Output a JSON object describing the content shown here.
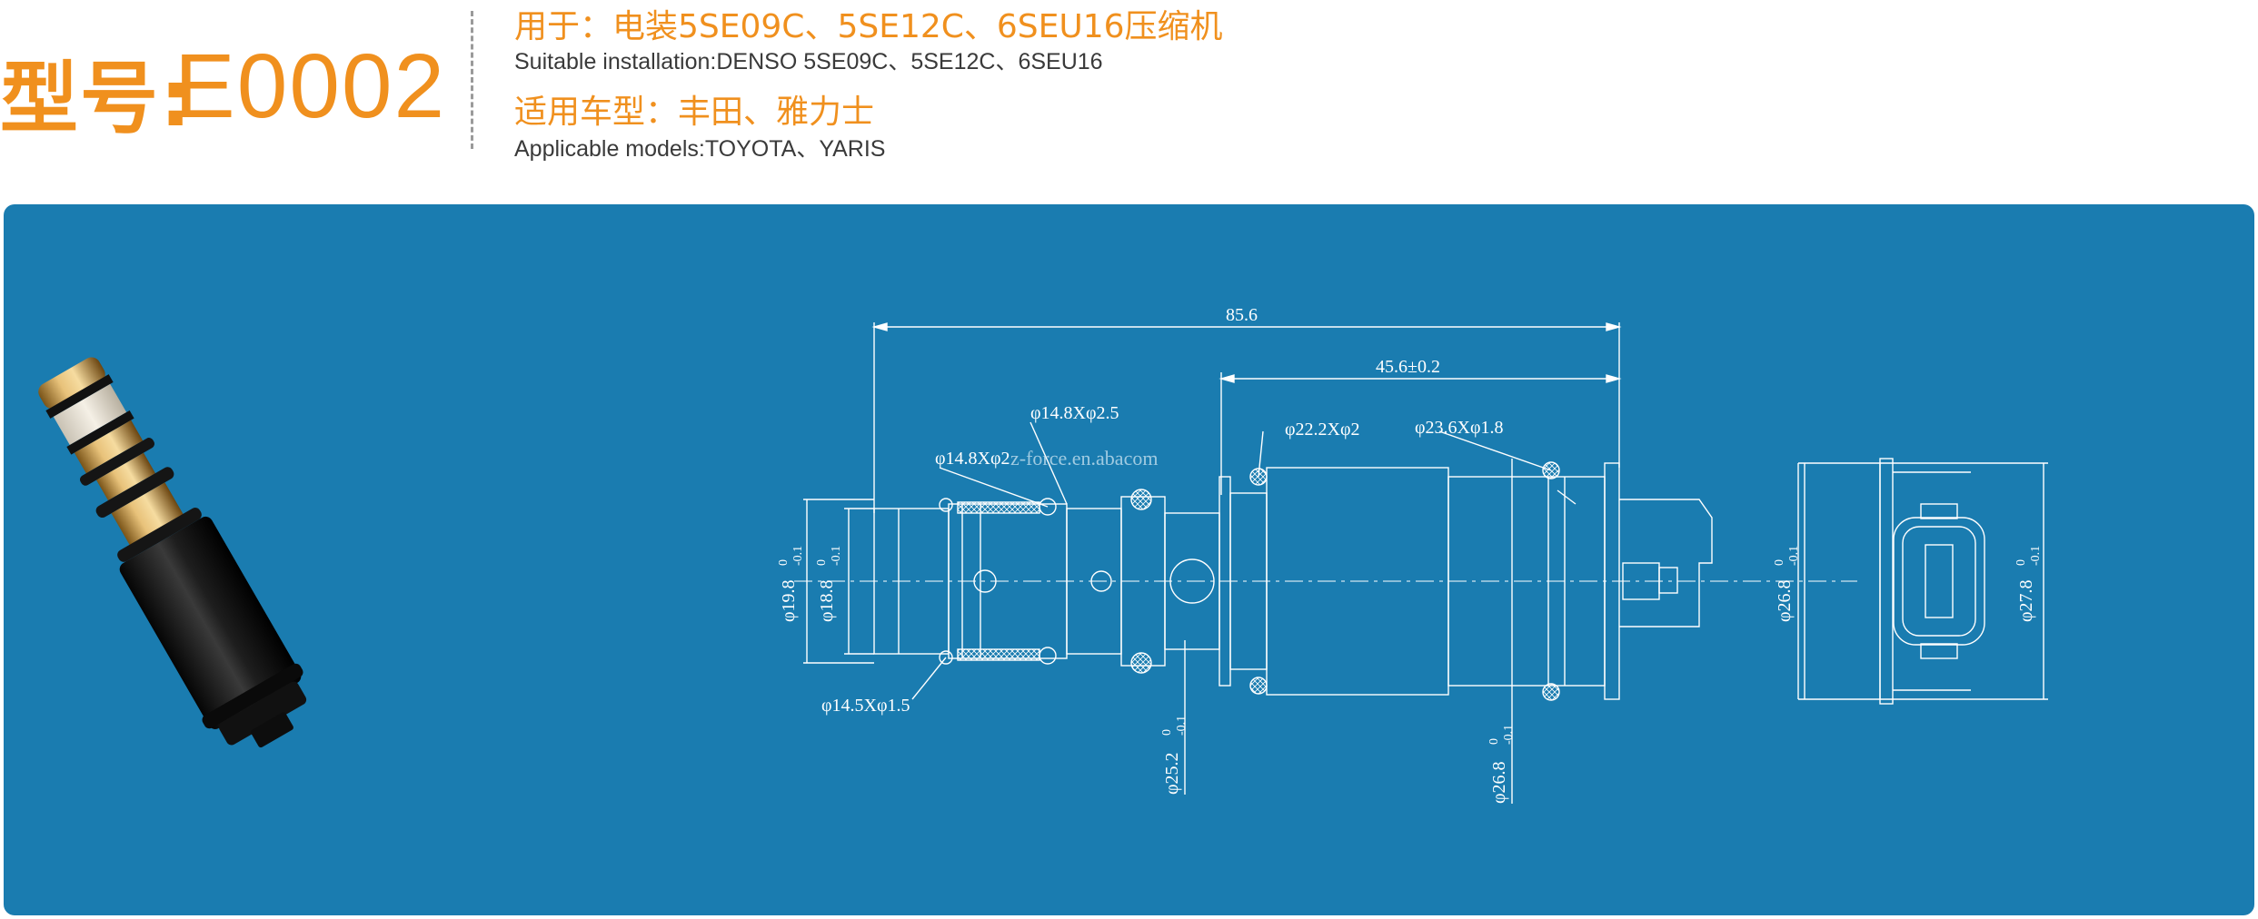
{
  "header": {
    "model_label": "型号:",
    "model_value": "E0002",
    "usage_cn": "用于：电装5SE09C、5SE12C、6SEU16压缩机",
    "usage_en": "Suitable installation:DENSO 5SE09C、5SE12C、6SEU16",
    "vehicle_cn": "适用车型：丰田、雅力士",
    "vehicle_en": "Applicable models:TOYOTA、YARIS"
  },
  "drawing": {
    "watermark": "z-force.en.abacom",
    "dims": {
      "overall_length": "85.6",
      "body_length": "45.6±0.2",
      "oring1": "φ14.8Xφ2.5",
      "oring2": "φ14.8Xφ2",
      "oring3": "φ22.2Xφ2",
      "oring4": "φ23.6Xφ1.8",
      "oring5": "φ14.5Xφ1.5",
      "dia_198": "φ19.8",
      "dia_188": "φ18.8",
      "dia_252": "φ25.2",
      "dia_268_side": "φ26.8",
      "dia_268_end": "φ26.8",
      "dia_278": "φ27.8",
      "tol_upper": "0",
      "tol_lower": "-0.1"
    }
  },
  "colors": {
    "accent_orange": "#f0901e",
    "panel_blue": "#1a7cb0",
    "line_white": "#ffffff"
  }
}
